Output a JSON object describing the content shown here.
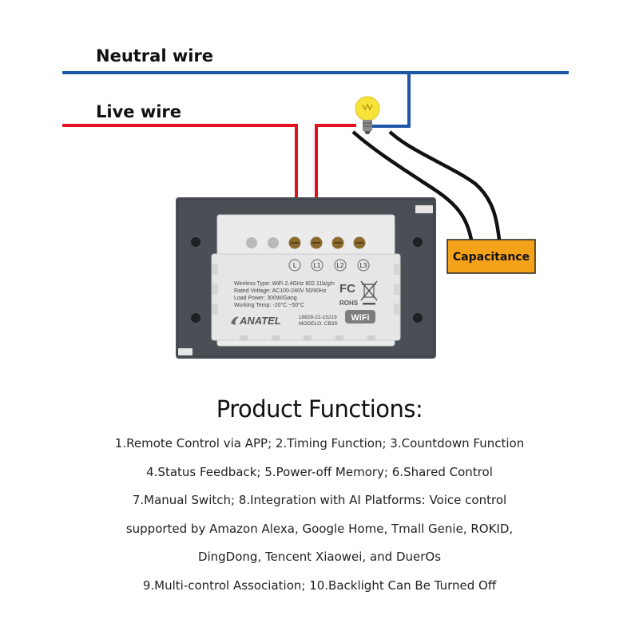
{
  "diagram": {
    "neutral_label": "Neutral wire",
    "live_label": "Live wire",
    "capacitance_label": "Capacitance",
    "terminals": [
      "L",
      "L1",
      "L2",
      "L3"
    ],
    "spec_lines": [
      "Wireless Type: WiFi 2.4GHz 802.11b/g/n",
      "Rated Voltage: AC100-240V 50/60Hz",
      "Load Power: 300W/Gang",
      "Working Temp: -20°C ~50°C"
    ],
    "anatel": "ANATEL",
    "cert_number": "18828-22-15219",
    "model": "MODELO: CB3S",
    "fc": "FC",
    "rohs": "ROHS",
    "wifi": "WiFi",
    "colors": {
      "neutral": "#1e56a8",
      "live": "#e3101e",
      "load_wire": "#111111",
      "capacitor": "#f5a21b",
      "bulb": "#f7e43b",
      "plate": "#4a4f55",
      "module": "#ebebeb"
    },
    "icons": [
      "light-bulb-icon",
      "fc-mark-icon",
      "weee-bin-icon",
      "wifi-logo-icon"
    ]
  },
  "functions": {
    "title": "Product Functions:",
    "lines": [
      "1.Remote Control via APP;  2.Timing Function;  3.Countdown Function",
      "4.Status Feedback;  5.Power-off Memory;  6.Shared Control",
      "7.Manual Switch;  8.Integration with AI Platforms: Voice control",
      "supported by Amazon Alexa, Google Home,  Tmall Genie, ROKID,",
      "DingDong, Tencent Xiaowei, and DuerOs",
      "9.Multi-control Association;  10.Backlight Can Be Turned Off"
    ]
  }
}
